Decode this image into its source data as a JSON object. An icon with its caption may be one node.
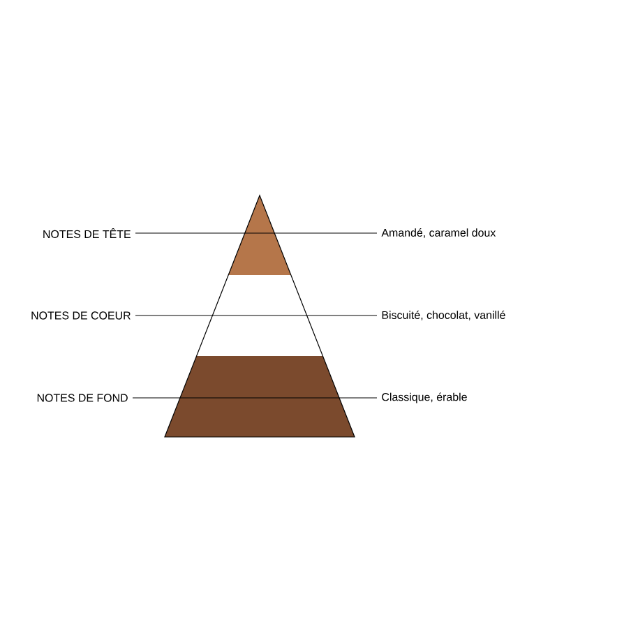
{
  "diagram": {
    "nodes": [
      {
        "text": [
          "NOTES DE TÊTE"
        ]
      },
      {
        "text": [
          "Amandé, caramel doux"
        ]
      },
      {
        "text": [
          "NOTES DE COEUR"
        ]
      },
      {
        "text": [
          "Biscuité, chocolat, vanillé"
        ]
      },
      {
        "text": [
          "NOTES DE FOND"
        ]
      },
      {
        "text": [
          "Classique, érable"
        ]
      }
    ],
    "edges": [
      {
        "from": 0,
        "to": 1,
        "arrow": "none"
      },
      {
        "from": 2,
        "to": 3,
        "arrow": "none"
      },
      {
        "from": 4,
        "to": 5,
        "arrow": "none"
      }
    ]
  }
}
